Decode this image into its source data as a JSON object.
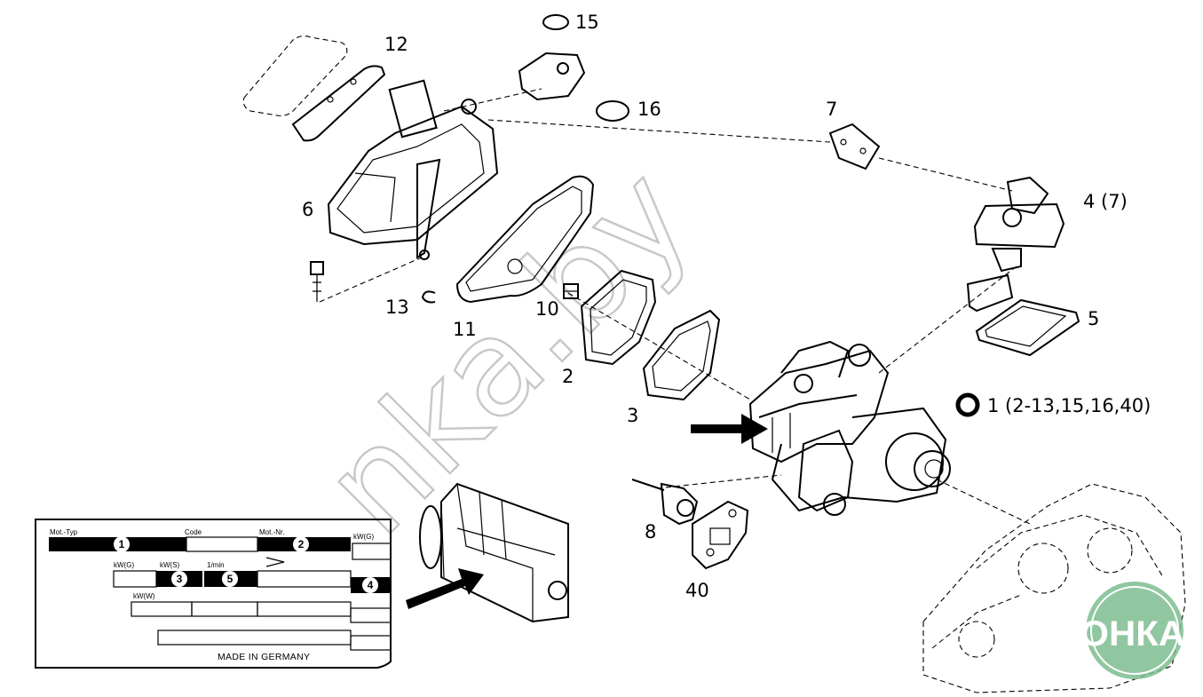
{
  "callouts": {
    "c1": "1 (2-13,15,16,40)",
    "c2": "2",
    "c3": "3",
    "c4": "4 (7)",
    "c5": "5",
    "c6": "6",
    "c7": "7",
    "c8": "8",
    "c10": "10",
    "c11": "11",
    "c12": "12",
    "c13": "13",
    "c15": "15",
    "c16": "16",
    "c40": "40"
  },
  "nameplate": {
    "mot_typ": "Mot.-Typ",
    "code": "Code",
    "mot_nr": "Mot.-Nr.",
    "kw_g_top": "kW(G)",
    "kw_g": "kW(G)",
    "kw_s": "kW(S)",
    "rpm": "1/min",
    "kw_w": "kW(W)",
    "badge1": "1",
    "badge2": "2",
    "badge3": "3",
    "badge4": "4",
    "badge5": "5",
    "made_in": "MADE IN GERMANY"
  },
  "watermark": "nka.by",
  "logo": {
    "text": "АГРОНКА",
    "color": "#7dbd8f"
  },
  "colors": {
    "line": "#000000",
    "background": "#ffffff",
    "watermark": "#c8c8c8"
  }
}
